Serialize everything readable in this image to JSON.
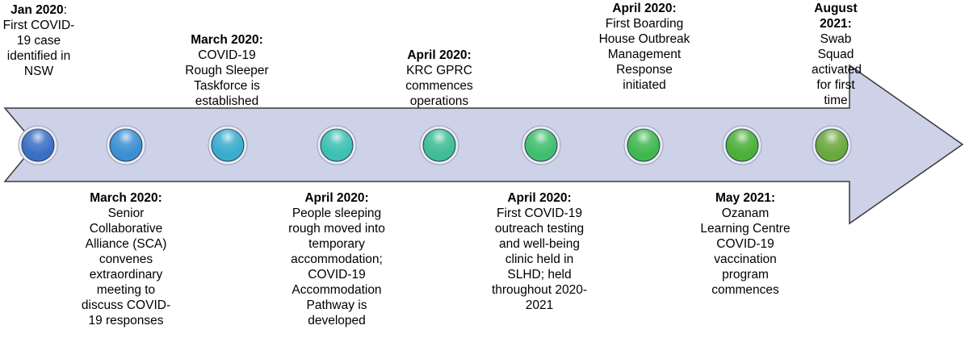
{
  "colors": {
    "arrow_fill": "#cdd2e8",
    "arrow_stroke": "#3a3a3a",
    "node_colors": [
      "#3b6fc4",
      "#3b8fd2",
      "#3aaccc",
      "#3dc0b2",
      "#3fbd96",
      "#3fbe6d",
      "#40b84e",
      "#4caf38",
      "#6aa93c"
    ]
  },
  "timeline": {
    "nodes": [
      {
        "name": "node-1"
      },
      {
        "name": "node-2"
      },
      {
        "name": "node-3"
      },
      {
        "name": "node-4"
      },
      {
        "name": "node-5"
      },
      {
        "name": "node-6"
      },
      {
        "name": "node-7"
      },
      {
        "name": "node-8"
      },
      {
        "name": "node-9"
      }
    ],
    "events_top": [
      {
        "date": "Jan 2020",
        "text": "First COVID-19 case identified in NSW",
        "date_suffix": ":"
      },
      {
        "date": "March 2020:",
        "text": "COVID-19 Rough Sleeper Taskforce is established"
      },
      {
        "date": "April 2020:",
        "text": "KRC GPRC commences operations"
      },
      {
        "date": "April 2020:",
        "text": "First Boarding House Outbreak Management Response initiated"
      },
      {
        "date": "August 2021:",
        "text": "Swab Squad activated for first time"
      }
    ],
    "events_bottom": [
      {
        "date": "March 2020:",
        "text": "Senior Collaborative Alliance (SCA) convenes extraordinary meeting to discuss COVID-19 responses"
      },
      {
        "date": "April 2020:",
        "text": "People sleeping rough moved into temporary accommodation; COVID-19 Accommodation Pathway is developed"
      },
      {
        "date": "April 2020:",
        "text": "First COVID-19 outreach testing and well-being clinic held in SLHD; held throughout 2020-2021"
      },
      {
        "date": "May 2021:",
        "text": "Ozanam Learning Centre COVID-19 vaccination program commences"
      }
    ]
  }
}
